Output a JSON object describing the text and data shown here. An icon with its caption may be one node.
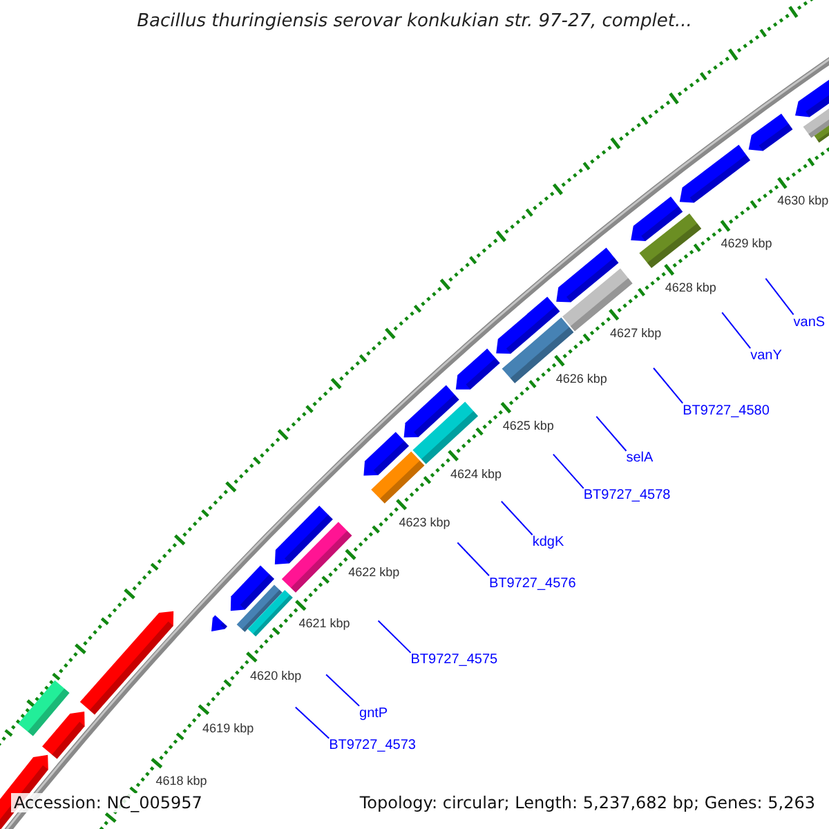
{
  "diagram": {
    "title": "Bacillus thuringiensis serovar konkukian str. 97-27, complet...",
    "nodes": [
      {
        "text": [
          "vanS"
        ]
      },
      {
        "text": [
          "vanY"
        ]
      },
      {
        "text": [
          "BT9727_4580"
        ]
      },
      {
        "text": [
          "selA"
        ]
      },
      {
        "text": [
          "BT9727_4578"
        ]
      },
      {
        "text": [
          "kdgK"
        ]
      },
      {
        "text": [
          "BT9727_4576"
        ]
      },
      {
        "text": [
          "BT9727_4575"
        ]
      },
      {
        "text": [
          "gntP"
        ]
      },
      {
        "text": [
          "BT9727_4573"
        ]
      }
    ],
    "edges": [
      {
        "from": 0,
        "to": null,
        "arrow": "none"
      },
      {
        "from": 1,
        "to": null,
        "arrow": "none"
      },
      {
        "from": 2,
        "to": null,
        "arrow": "none"
      },
      {
        "from": 3,
        "to": null,
        "arrow": "none"
      },
      {
        "from": 4,
        "to": null,
        "arrow": "none"
      },
      {
        "from": 5,
        "to": null,
        "arrow": "none"
      },
      {
        "from": 6,
        "to": null,
        "arrow": "none"
      },
      {
        "from": 7,
        "to": null,
        "arrow": "none"
      },
      {
        "from": 8,
        "to": null,
        "arrow": "none"
      },
      {
        "from": 9,
        "to": null,
        "arrow": "none"
      }
    ],
    "labels": [
      "4630 kbp",
      "4629 kbp",
      "4628 kbp",
      "4627 kbp",
      "4626 kbp",
      "4625 kbp",
      "4624 kbp",
      "4623 kbp",
      "4622 kbp",
      "4621 kbp",
      "4620 kbp",
      "4619 kbp",
      "4618 kbp",
      "Accession: NC_005957",
      "Topology: circular; Length: 5,237,682 bp; Genes: 5,263"
    ]
  }
}
